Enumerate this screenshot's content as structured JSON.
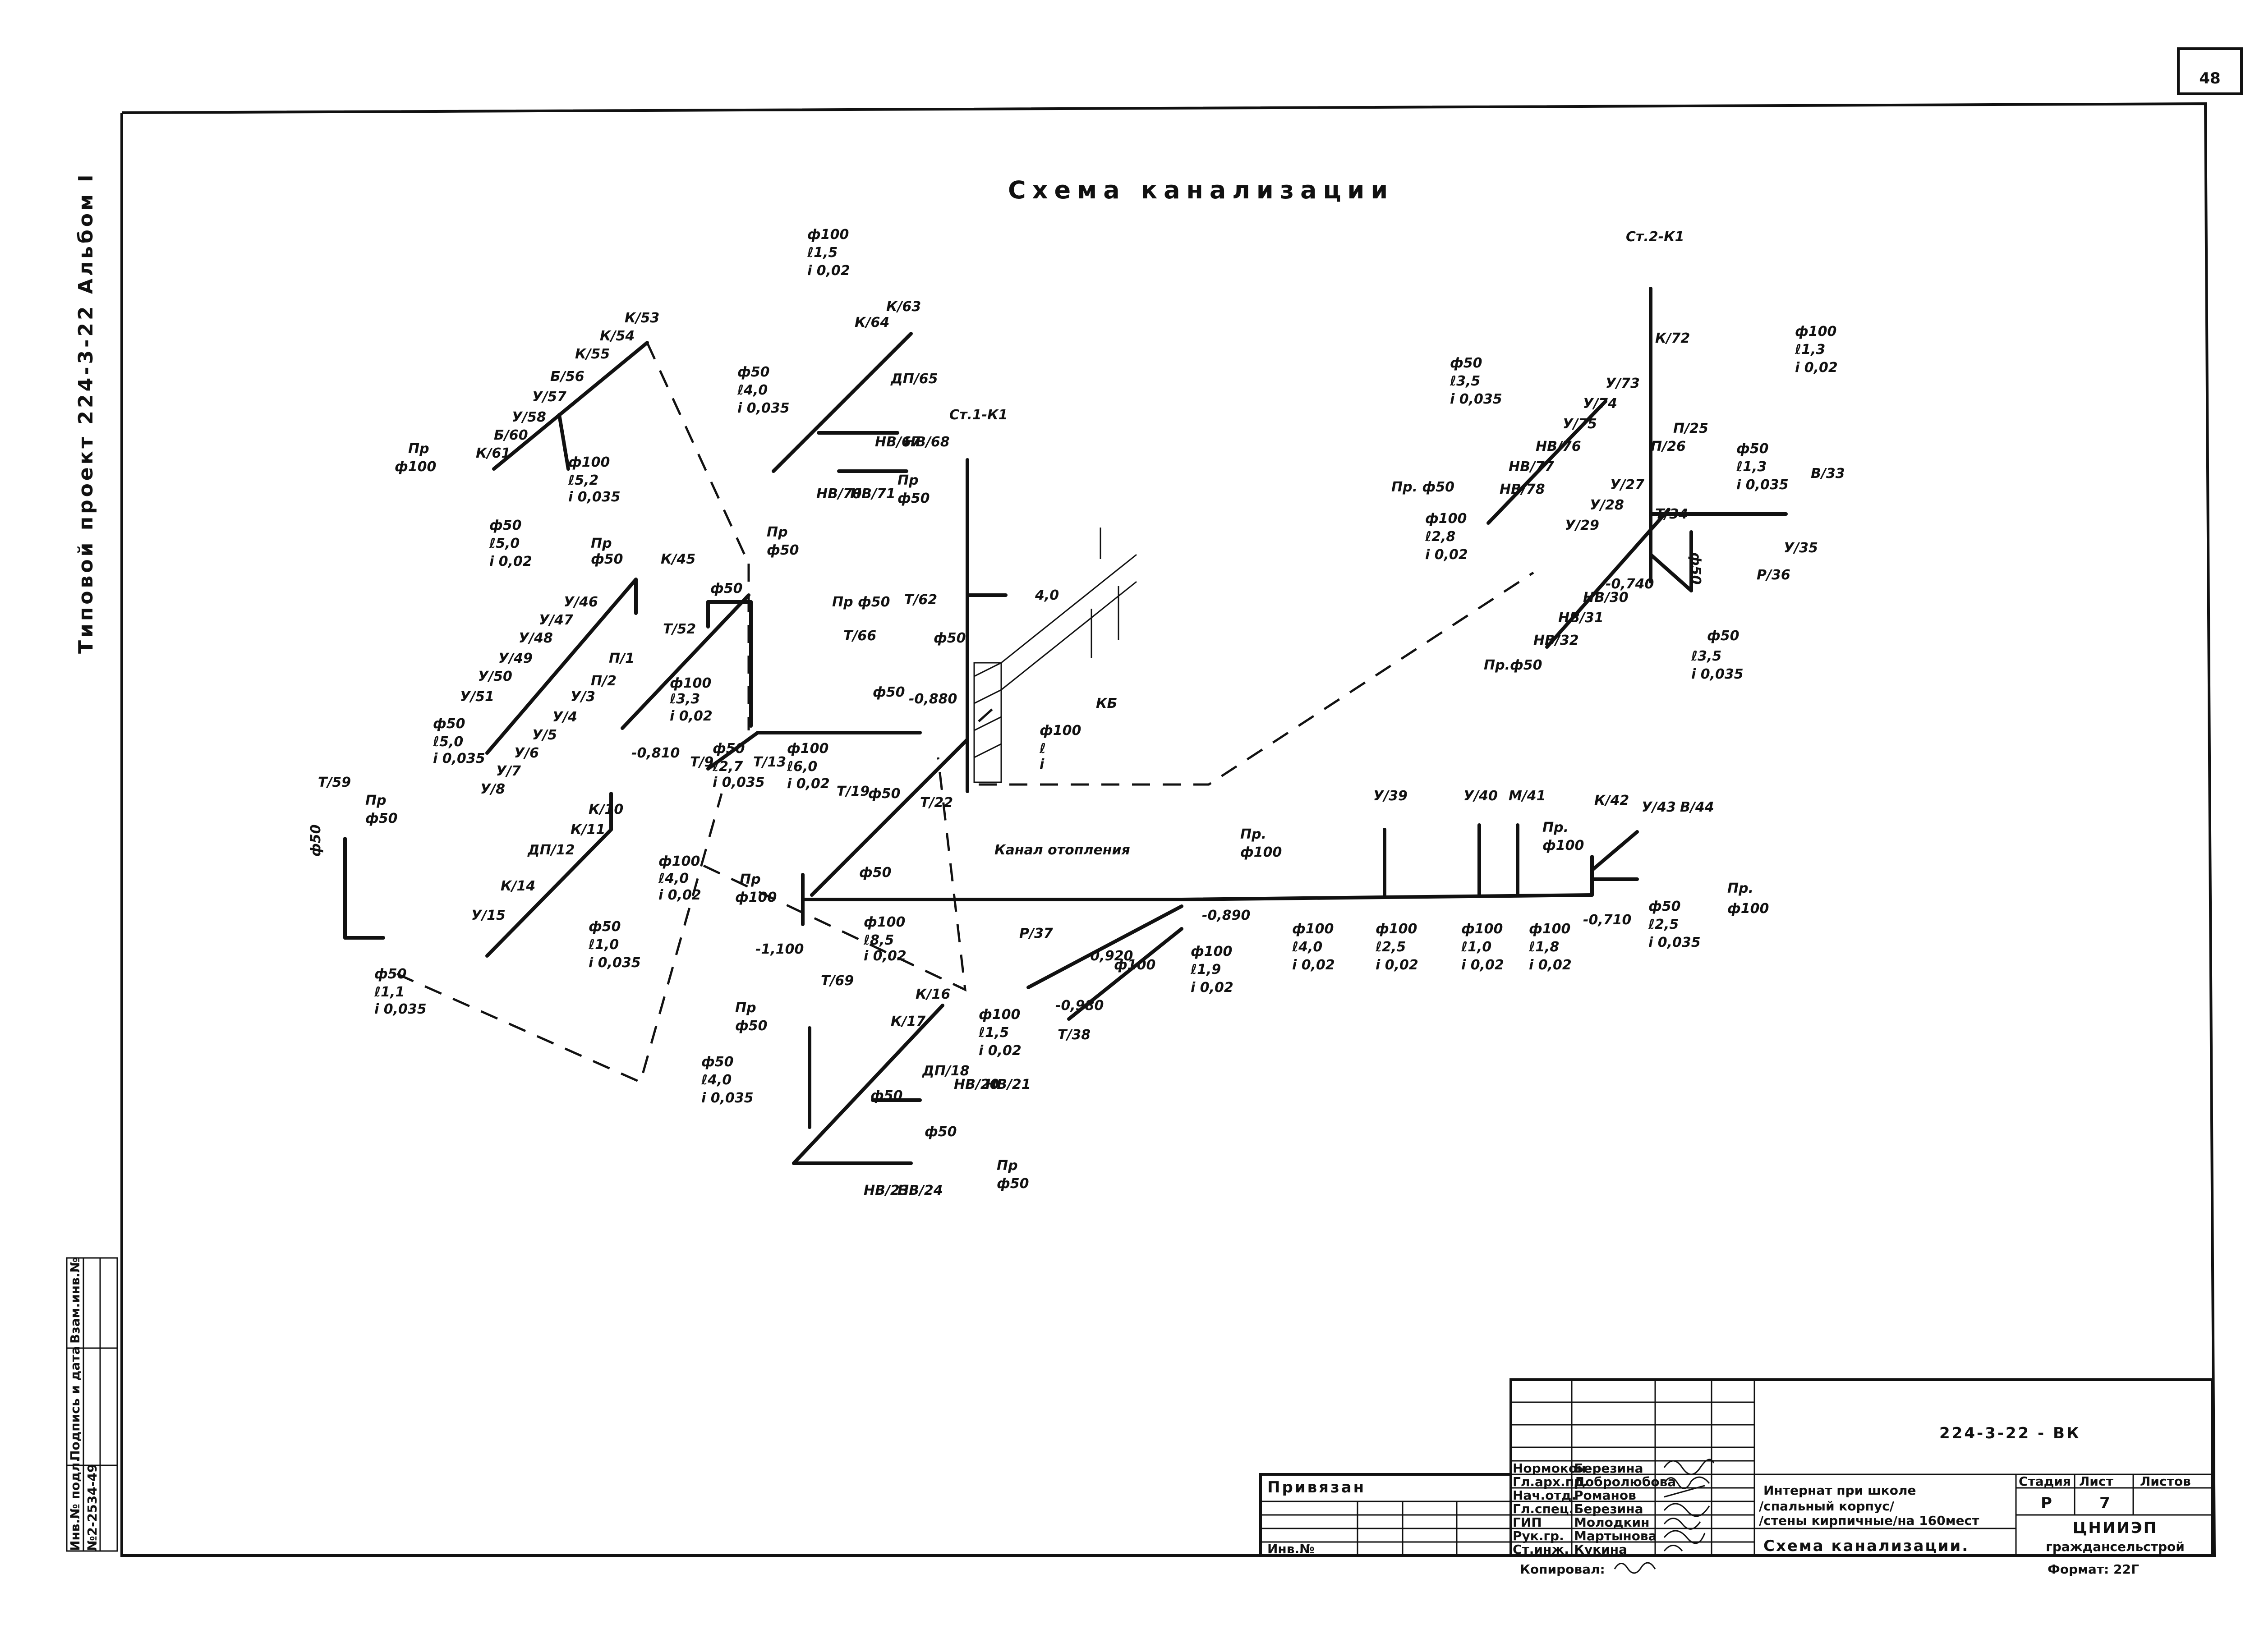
{
  "sheet": {
    "page_number": "48",
    "title": "Схема канализации",
    "side_text": "Типовой проект 224-3-22 Альбом I",
    "side_stamp": [
      "Инв.№ подл.",
      "Подпись и дата",
      "Взам.инв.№"
    ],
    "side_stamp_value": "№2-2534-49"
  },
  "risers": {
    "st1": "Ст.1-К1",
    "st2": "Ст.2-К1",
    "kb": "КБ",
    "channel": "Канал отопления",
    "depth_4": "4,0"
  },
  "labels": {
    "l01": "ф100",
    "l02": "ℓ1,5",
    "l03": "i 0,02",
    "l04": "К/53",
    "l05": "К/54",
    "l06": "К/55",
    "l07": "Б/56",
    "l08": "У/57",
    "l09": "У/58",
    "l10": "Б/60",
    "l11": "К/61",
    "l12": "Пр",
    "l13": "ф100",
    "l14": "ф100",
    "l15": "ℓ5,2",
    "l16": "i 0,035",
    "l17": "К/63",
    "l18": "К/64",
    "l19": "ф50",
    "l20": "ℓ4,0",
    "l21": "i 0,035",
    "l22": "ДП/65",
    "l23": "НВ/67",
    "l24": "НВ/68",
    "l25": "НВ/70",
    "l26": "НВ/71",
    "l27": "Пр",
    "l28": "ф50",
    "l29": "ф50",
    "l30": "ℓ5,0",
    "l31": "i 0,02",
    "l32": "Пр",
    "l33": "ф50",
    "l34": "К/45",
    "l35": "У/46",
    "l36": "У/47",
    "l37": "У/48",
    "l38": "У/49",
    "l39": "У/50",
    "l40": "У/51",
    "l41": "П/1",
    "l42": "П/2",
    "l43": "У/3",
    "l44": "У/4",
    "l45": "У/5",
    "l46": "У/6",
    "l47": "У/7",
    "l48": "У/8",
    "l49": "ф50",
    "l50": "Т/52",
    "l51": "Пр",
    "l52": "ф50",
    "l53": "ф100",
    "l54": "ℓ3,3",
    "l55": "i 0,02",
    "l56": "ф50",
    "l57": "ℓ5,0",
    "l58": "i 0,035",
    "l59": "-0,810",
    "l60": "Т/9",
    "l61": "Т/13",
    "l62": "ф50",
    "l63": "ℓ2,7",
    "l64": "i 0,035",
    "l65": "ф100",
    "l66": "ℓ6,0",
    "l67": "i 0,02",
    "l68": "Пр ф50",
    "l69": "Т/62",
    "l70": "Т/66",
    "l71": "ф50",
    "l72": "ф50",
    "l73": "-0,880",
    "l74": "ф100",
    "l75": "ℓ",
    "l76": "i",
    "l77": "Т/19",
    "l78": "ф50",
    "l79": "Т/22",
    "l80": "ф50",
    "l81": "Т/59",
    "l82": "Пр",
    "l83": "ф50",
    "l84": "ф50",
    "l85": "ДП/12",
    "l86": "К/11",
    "l87": "К/10",
    "l88": "К/14",
    "l89": "У/15",
    "l90": "ф100",
    "l91": "ℓ4,0",
    "l92": "i 0,02",
    "l93": "ф50",
    "l94": "ℓ1,0",
    "l95": "i 0,035",
    "l96": "ф50",
    "l97": "ℓ1,1",
    "l98": "i 0,035",
    "l99": "Пр",
    "l100": "ф100",
    "l101": "-1,100",
    "l102": "ф100",
    "l103": "ℓ8,5",
    "l104": "i 0,02",
    "l105": "Р/37",
    "l106": "Т/38",
    "l107": "-0,920",
    "l108": "ф100",
    "l109": "-0,980",
    "l110": "Пр.",
    "l111": "ф100",
    "l112": "-0,890",
    "l113": "ф100",
    "l114": "ℓ1,9",
    "l115": "i 0,02",
    "l116": "ф100",
    "l117": "ℓ4,0",
    "l118": "i 0,02",
    "l119": "ф100",
    "l120": "ℓ2,5",
    "l121": "i 0,02",
    "l122": "ф100",
    "l123": "ℓ1,0",
    "l124": "i 0,02",
    "l125": "ф100",
    "l126": "ℓ1,8",
    "l127": "i 0,02",
    "l128": "У/39",
    "l129": "У/40",
    "l130": "М/41",
    "l131": "К/42",
    "l132": "У/43",
    "l133": "В/44",
    "l134": "Пр.",
    "l135": "ф100",
    "l136": "Пр.",
    "l137": "ф100",
    "l138": "-0,710",
    "l139": "ф50",
    "l140": "ℓ2,5",
    "l141": "i 0,035",
    "l142": "Т/69",
    "l143": "Пр",
    "l144": "ф50",
    "l145": "К/17",
    "l146": "К/16",
    "l147": "ф100",
    "l148": "ℓ1,5",
    "l149": "i 0,02",
    "l150": "ф50",
    "l151": "ℓ4,0",
    "l152": "i 0,035",
    "l153": "ф50",
    "l154": "ДП/18",
    "l155": "НВ/20",
    "l156": "НВ/21",
    "l157": "ф50",
    "l158": "НВ/23",
    "l159": "НВ/24",
    "l160": "Пр",
    "l161": "ф50",
    "l162": "ф50",
    "l163": "ℓ3,5",
    "l164": "i 0,035",
    "l165": "У/73",
    "l166": "У/74",
    "l167": "К/72",
    "l168": "У/75",
    "l169": "НВ/76",
    "l170": "НВ/77",
    "l171": "НВ/78",
    "l172": "ф100",
    "l173": "ℓ1,3",
    "l174": "i 0,02",
    "l175": "Пр. ф50",
    "l176": "П/25",
    "l177": "П/26",
    "l178": "ф50",
    "l179": "ℓ1,3",
    "l180": "i 0,035",
    "l181": "В/33",
    "l182": "ф100",
    "l183": "ℓ2,8",
    "l184": "i 0,02",
    "l185": "У/28",
    "l186": "У/27",
    "l187": "У/29",
    "l188": "Т/34",
    "l189": "У/35",
    "l190": "Р/36",
    "l191": "-0,740",
    "l192": "НВ/30",
    "l193": "НВ/31",
    "l194": "НВ/32",
    "l195": "Пр.ф50",
    "l196": "ф50",
    "l197": "ℓ3,5",
    "l198": "i 0,035",
    "l199": "ф50"
  },
  "title_block": {
    "doc_code": "224-3-22 - ВК",
    "privyazan": "Привязан",
    "inv": "Инв.№",
    "roles": [
      "Нормокон",
      "Гл.арх.пр.",
      "Нач.отд.",
      "Гл.спец.",
      "ГИП",
      "Рук.гр.",
      "Ст.инж."
    ],
    "names": [
      "Березина",
      "Добролюбова",
      "Романов",
      "Березина",
      "Молодкин",
      "Мартынова",
      "Кукина"
    ],
    "project_name": [
      "Интернат при школе",
      "/спальный корпус/",
      "/стены кирпичные/на 160мест"
    ],
    "sheet_name": "Схема канализации.",
    "stage_label": "Стадия",
    "sheet_label": "Лист",
    "sheets_label": "Листов",
    "stage": "Р",
    "sheet": "7",
    "org": [
      "ЦНИИЭП",
      "гражданcельстрой"
    ],
    "copied": "Копировал:",
    "format": "Формат: 22Г"
  }
}
